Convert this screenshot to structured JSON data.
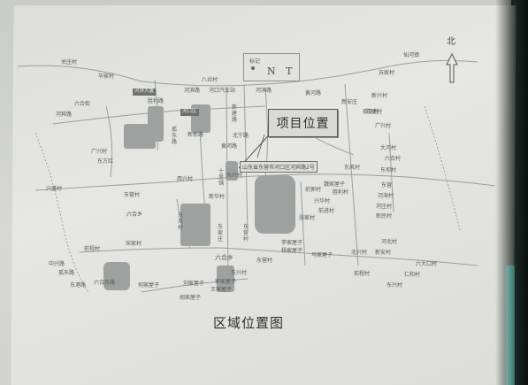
{
  "project_label": "项目位置",
  "address_label": "山东省东营市河口区河宾路2号",
  "caption": "区域位置图",
  "north_label": "北",
  "legend": {
    "title": "标记",
    "glyphs": "N T"
  },
  "place_badges": [
    "河口区",
    "河滨大厦"
  ],
  "labels": {
    "l01": "关庄村",
    "l02": "毕家村",
    "l03": "八岔村",
    "l04": "河滨路",
    "l05": "河口汽车站",
    "l06": "河滨路",
    "l07": "黄河路",
    "l08": "胜利路",
    "l09": "六合街",
    "l10": "河宾路",
    "l11": "新安庄",
    "l12": "孤岛村",
    "l13": "新兴村",
    "l14": "新新路",
    "l15": "孤东路",
    "l16": "新建路",
    "l17": "北宁路",
    "l18": "黄河路",
    "l19": "广兴村",
    "l20": "东方红",
    "l21": "东兴村",
    "l22": "西兴村",
    "l23": "十里铺",
    "l24": "新华村",
    "l25": "兴盛村",
    "l26": "东营村",
    "l27": "六合乡",
    "l28": "东风村",
    "l29": "东家庄",
    "l30": "东营村",
    "l31": "六合乡",
    "l32": "宋家村",
    "l33": "前程村",
    "l34": "中兴路",
    "l35": "孤东路",
    "l36": "东港路",
    "l37": "六合东路",
    "l38": "何家屋子",
    "l39": "刘家屋子",
    "l40": "胡家屋子",
    "l41": "郭家屋子",
    "l42": "王家屋子",
    "l43": "东兴村",
    "l44": "东营村",
    "l45": "李家屋子",
    "l46": "杨家屋子",
    "l47": "马家屋子",
    "l48": "张家村",
    "l49": "前进村",
    "l50": "魏家屋子",
    "l51": "胜利村",
    "l52": "前郭村",
    "l53": "兴华村",
    "l54": "东风村",
    "l55": "大河村",
    "l56": "六合村",
    "l57": "广兴村",
    "l58": "东坝村",
    "l59": "东营",
    "l60": "河海村",
    "l61": "河庄村",
    "l62": "新民村",
    "l63": "东盛村",
    "l64": "仙河镇",
    "l65": "苏家村",
    "l66": "北兴村",
    "l67": "新安村",
    "l68": "河北村",
    "l69": "六大口村",
    "l70": "仁和村",
    "l71": "前程村",
    "l72": "东兴村"
  }
}
